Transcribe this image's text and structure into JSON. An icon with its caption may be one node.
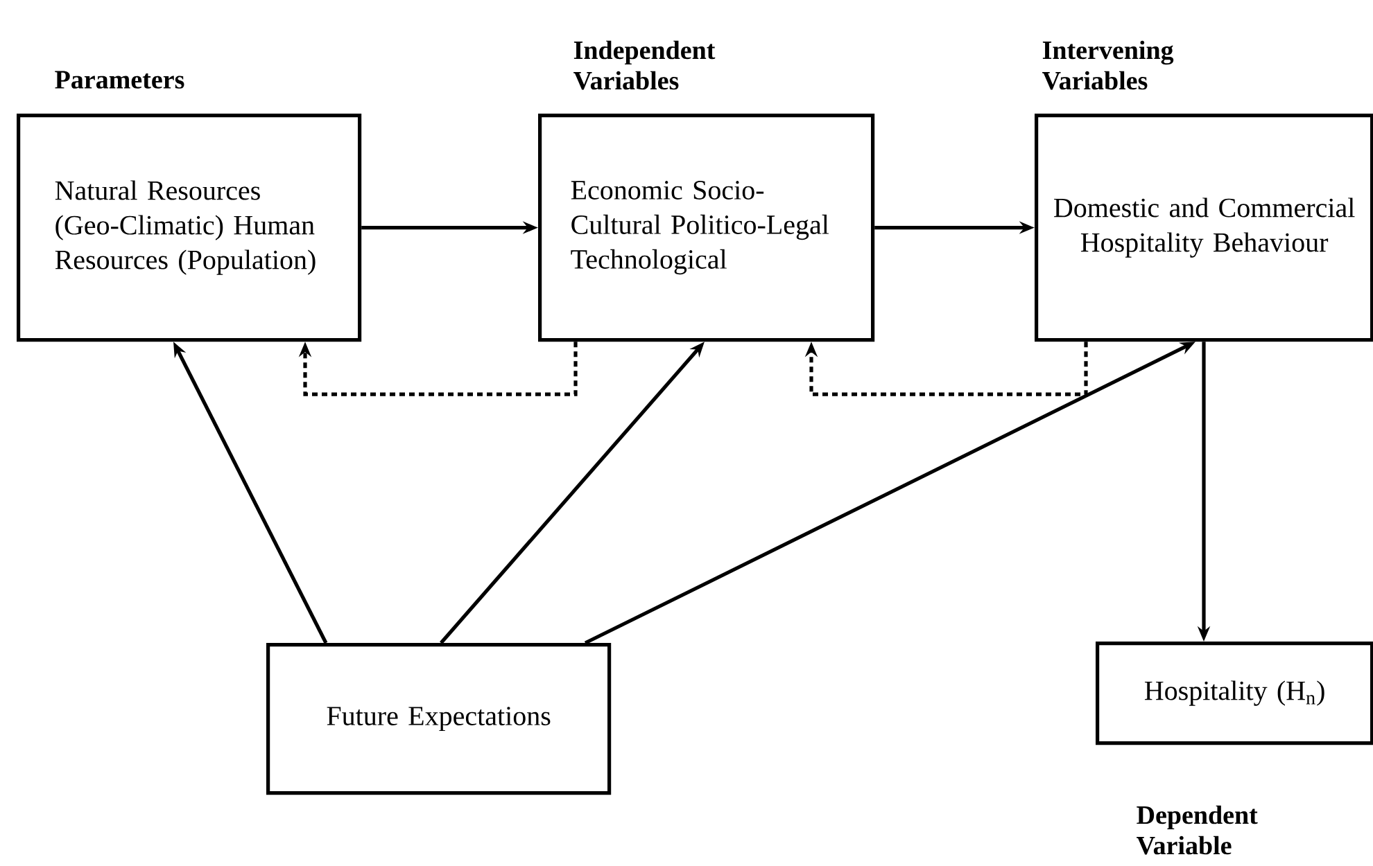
{
  "diagram": {
    "nodes": [
      {
        "text": [
          "Parameters",
          "Natural Resources (Geo-Climatic) Human Resources (Population)"
        ]
      },
      {
        "text": [
          "Independent Variables",
          "Economic Socio-Cultural Politico-Legal Technological"
        ]
      },
      {
        "text": [
          "Intervening Variables",
          "Domestic and Commercial Hospitality Behaviour"
        ]
      },
      {
        "text": [
          "Future Expectations"
        ]
      },
      {
        "text": [
          "Hospitality (H$_{n}$)",
          "Dependent Variable"
        ]
      }
    ],
    "edges": [
      {
        "from": 0,
        "to": 1,
        "arrow": "to"
      },
      {
        "from": 1,
        "to": 2,
        "arrow": "to"
      },
      {
        "from": 1,
        "to": 0,
        "arrow": "to",
        "style": "dashed"
      },
      {
        "from": 2,
        "to": 1,
        "arrow": "to",
        "style": "dashed"
      },
      {
        "from": 3,
        "to": 0,
        "arrow": "to"
      },
      {
        "from": 3,
        "to": 1,
        "arrow": "to"
      },
      {
        "from": 3,
        "to": 2,
        "arrow": "to"
      },
      {
        "from": 2,
        "to": 4,
        "arrow": "to"
      }
    ]
  }
}
